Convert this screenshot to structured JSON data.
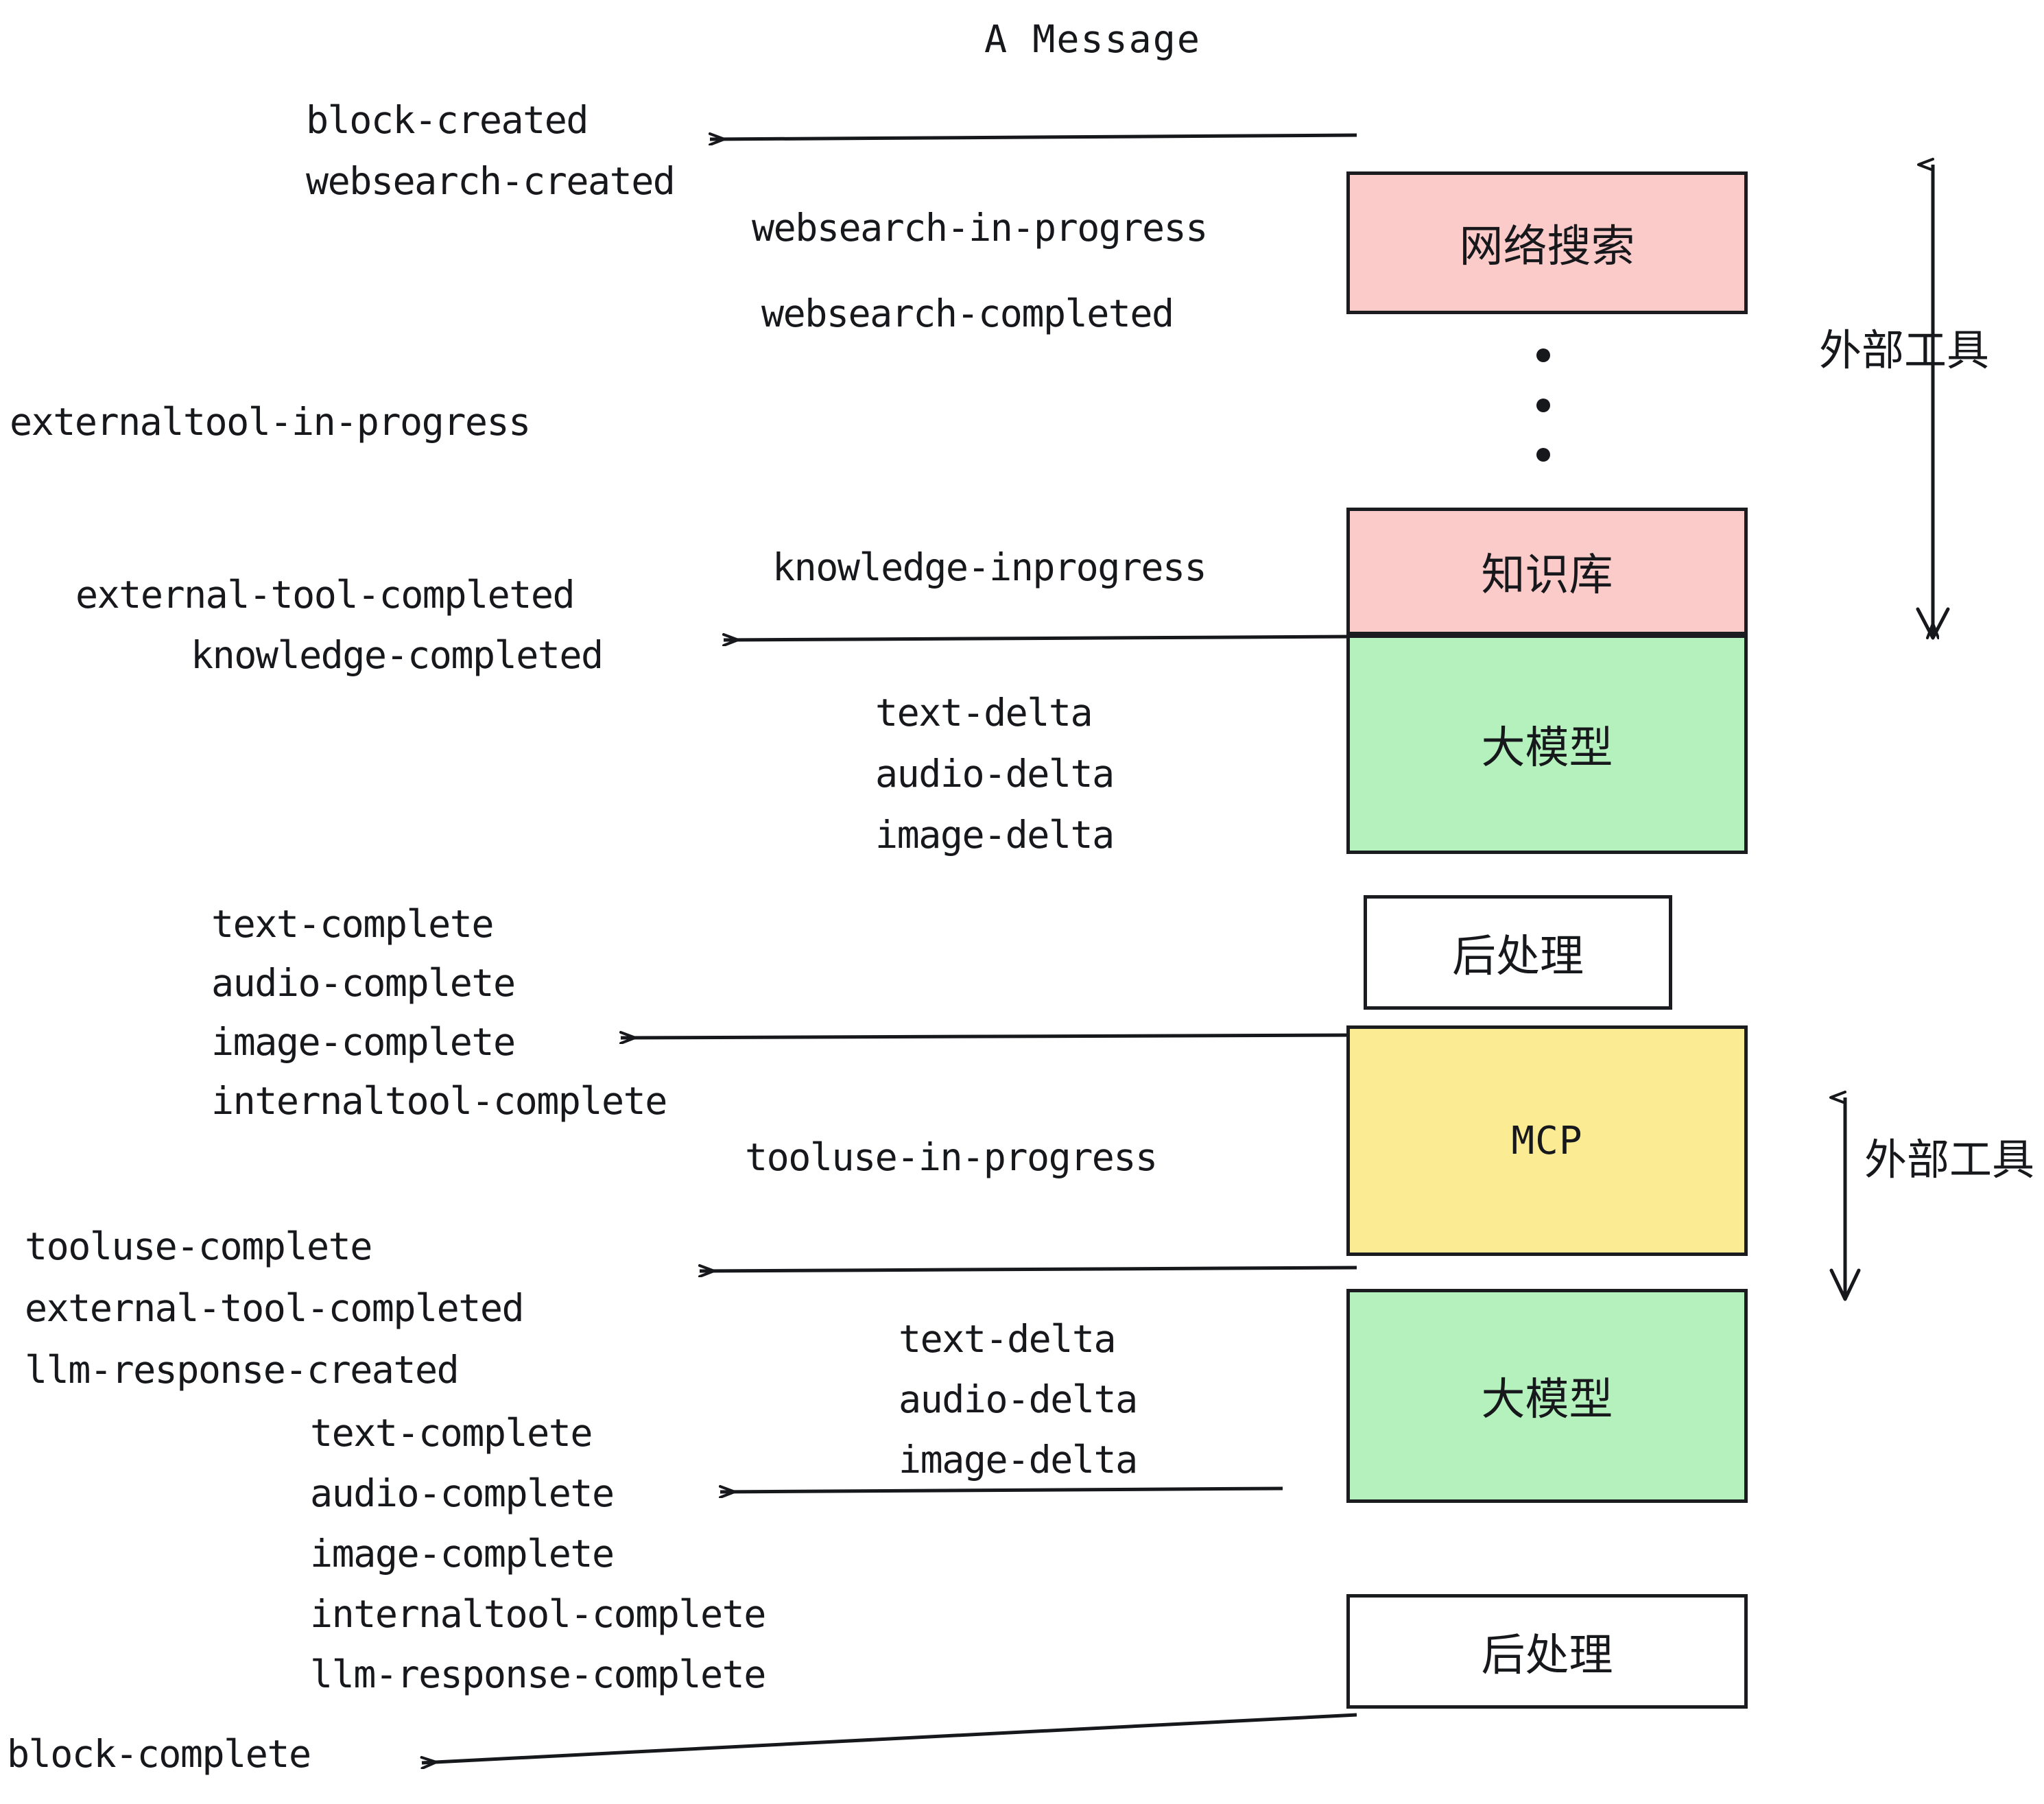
{
  "title": "A Message",
  "colors": {
    "pink": "#fbcbc9",
    "green": "#b4f1bc",
    "yellow": "#fbeb93",
    "white": "#ffffff",
    "stroke": "#1b1c20",
    "text": "#17181c"
  },
  "boxes": [
    {
      "id": "websearch",
      "label": "网络搜索",
      "fill": "pink"
    },
    {
      "id": "knowledge",
      "label": "知识库",
      "fill": "pink"
    },
    {
      "id": "llm-top",
      "label": "大模型",
      "fill": "green"
    },
    {
      "id": "post-top",
      "label": "后处理",
      "fill": "white"
    },
    {
      "id": "mcp",
      "label": "MCP",
      "fill": "yellow"
    },
    {
      "id": "llm-bottom",
      "label": "大模型",
      "fill": "green"
    },
    {
      "id": "post-bottom",
      "label": "后处理",
      "fill": "white"
    }
  ],
  "side_labels": [
    {
      "id": "external-tool-top",
      "label": "外部工具"
    },
    {
      "id": "external-tool-bottom",
      "label": "外部工具"
    }
  ],
  "events": {
    "group_block_created": [
      "block-created",
      "websearch-created"
    ],
    "group_websearch": [
      "websearch-in-progress",
      "websearch-completed"
    ],
    "group_externaltool": [
      "externaltool-in-progress"
    ],
    "group_knowledge_inprogress": [
      "knowledge-inprogress"
    ],
    "group_knowledge_completed": [
      "external-tool-completed",
      "knowledge-completed"
    ],
    "group_delta_top": [
      "text-delta",
      "audio-delta",
      "image-delta"
    ],
    "group_complete_mid": [
      "text-complete",
      "audio-complete",
      "image-complete",
      "internaltool-complete"
    ],
    "group_tooluse_inprogress": [
      "tooluse-in-progress"
    ],
    "group_tooluse_complete": [
      "tooluse-complete",
      "external-tool-completed",
      "llm-response-created"
    ],
    "group_delta_bottom": [
      "text-delta",
      "audio-delta",
      "image-delta"
    ],
    "group_complete_bottom": [
      "text-complete",
      "audio-complete",
      "image-complete",
      "internaltool-complete",
      "llm-response-complete"
    ],
    "group_block_complete": [
      "block-complete"
    ]
  }
}
